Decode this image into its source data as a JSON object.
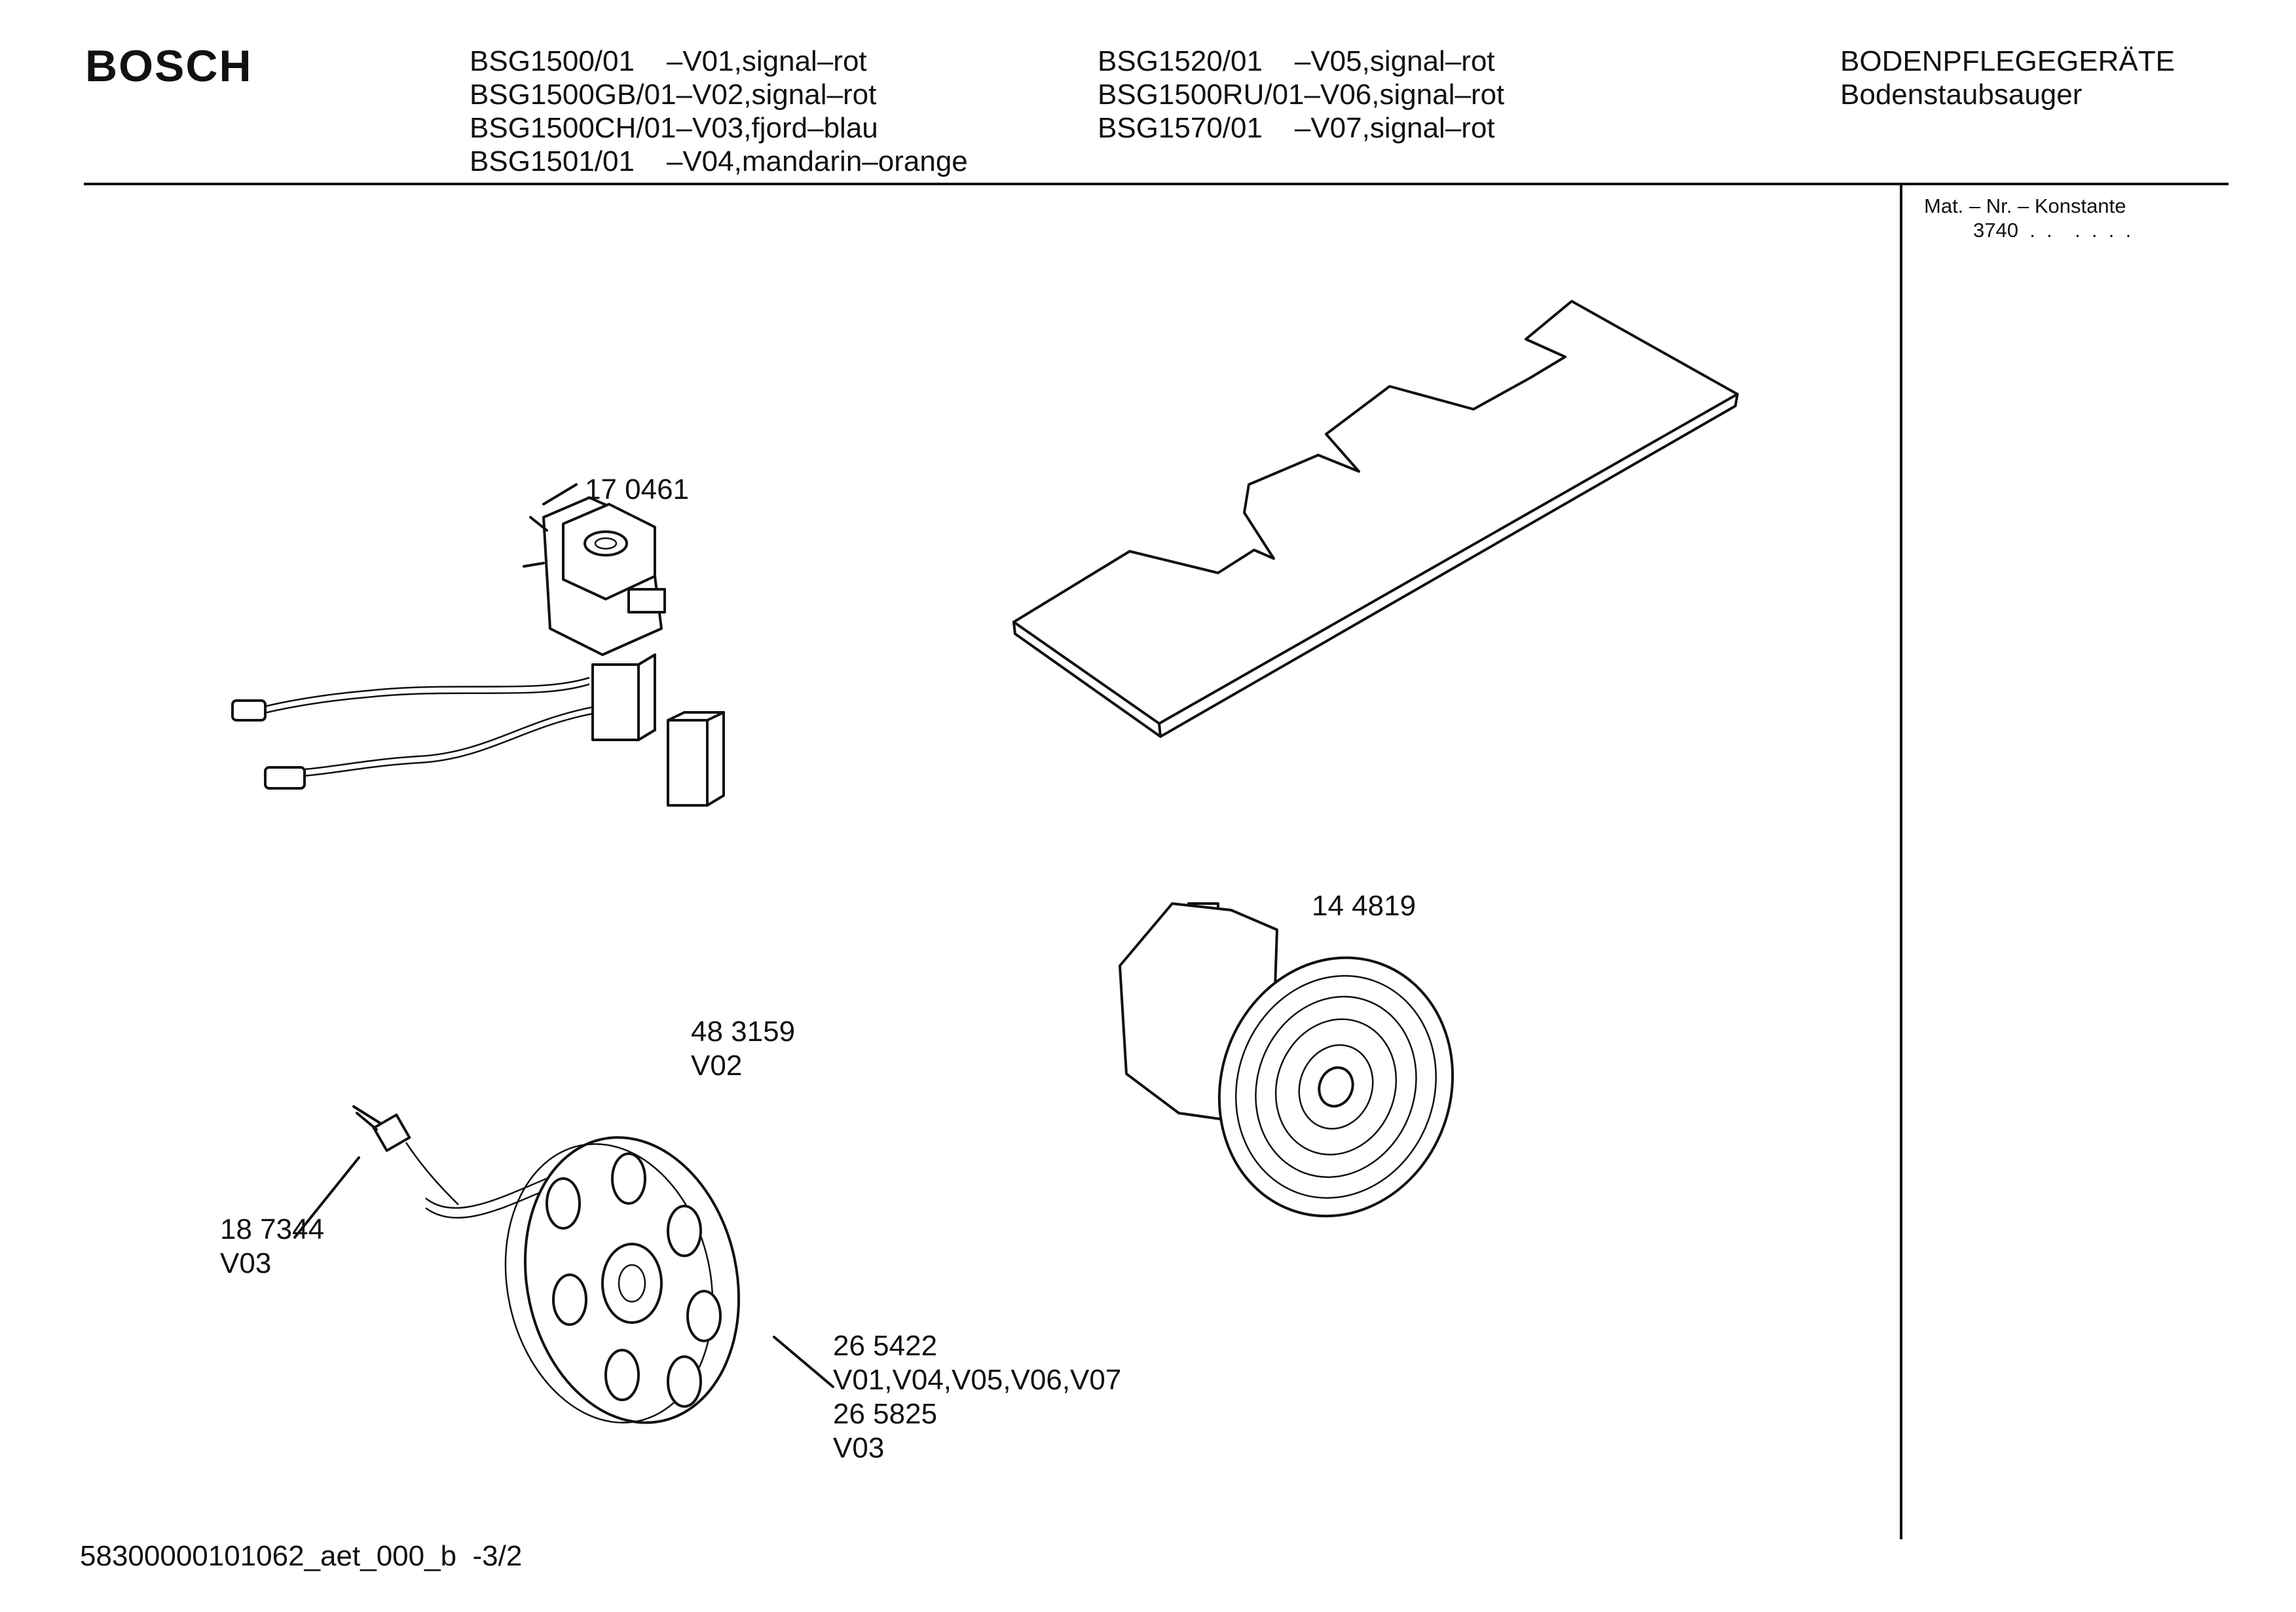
{
  "header": {
    "brand": "BOSCH",
    "models_left": [
      "BSG1500/01    –V01,signal–rot",
      "BSG1500GB/01–V02,signal–rot",
      "BSG1500CH/01–V03,fjord–blau",
      "BSG1501/01    –V04,mandarin–orange"
    ],
    "models_right": [
      "BSG1520/01    –V05,signal–rot",
      "BSG1500RU/01–V06,signal–rot",
      "BSG1570/01    –V07,signal–rot"
    ],
    "category": "BODENPFLEGEGERÄTE",
    "subcategory": "Bodenstaubsauger"
  },
  "side": {
    "mat_label": "Mat. – Nr. – Konstante",
    "mat_value": "3740  .  .    .  .  .  ."
  },
  "parts": {
    "switch": {
      "number": "17 0461"
    },
    "motor": {
      "number": "14 4819"
    },
    "reel": {
      "number": "48 3159",
      "variant": "V02"
    },
    "plug": {
      "number": "18 7344",
      "variant": "V03"
    },
    "cable_reel": {
      "number_a": "26 5422",
      "variant_a": "V01,V04,V05,V06,V07",
      "number_b": "26 5825",
      "variant_b": "V03"
    }
  },
  "footer": {
    "doc_id": "58300000101062_aet_000_b  -3/2"
  }
}
